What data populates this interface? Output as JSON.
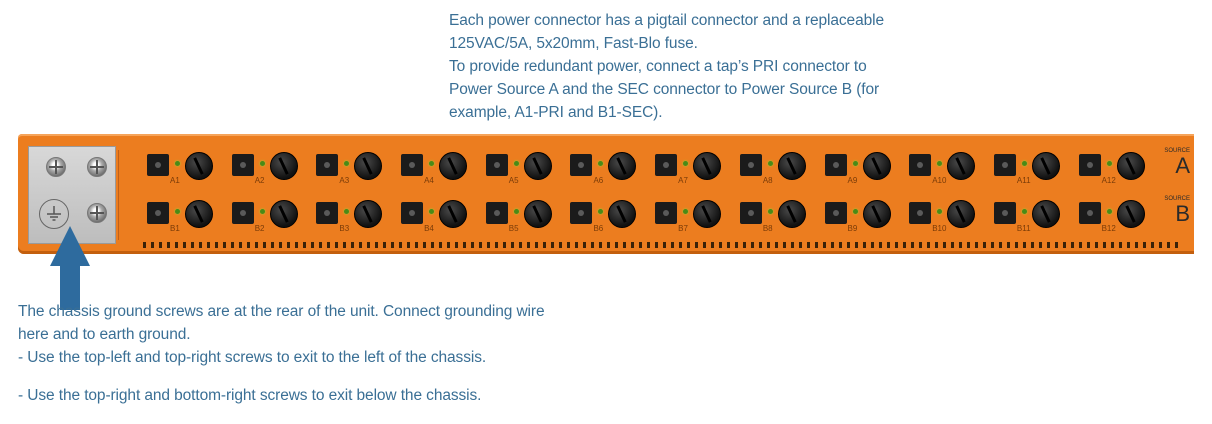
{
  "top_callout": {
    "lines": [
      "Each power connector has a pigtail connector and a replaceable",
      "125VAC/5A, 5x20mm, Fast-Blo fuse.",
      "To provide redundant power, connect a tap’s PRI connector to",
      "Power Source A and the SEC connector to Power Source B (for",
      "example, A1-PRI and B1-SEC)."
    ]
  },
  "bottom_callout": {
    "lines": [
      "The chassis ground screws are at the rear of the unit. Connect grounding wire",
      "here and to earth ground.",
      "- Use the top-left and top-right screws to exit to the left of the chassis.",
      "- Use the top-right and bottom-right screws to exit below the chassis."
    ]
  },
  "chassis": {
    "color": "#ec7d1f",
    "ports_a": [
      "A1",
      "A2",
      "A3",
      "A4",
      "A5",
      "A6",
      "A7",
      "A8",
      "A9",
      "A10",
      "A11",
      "A12"
    ],
    "ports_b": [
      "B1",
      "B2",
      "B3",
      "B4",
      "B5",
      "B6",
      "B7",
      "B8",
      "B9",
      "B10",
      "B11",
      "B12"
    ],
    "source_a": {
      "caption": "SOURCE",
      "letter": "A"
    },
    "source_b": {
      "caption": "SOURCE",
      "letter": "B"
    }
  },
  "arrow": {
    "color": "#2e6b9e",
    "icon": "arrow-up-icon"
  }
}
